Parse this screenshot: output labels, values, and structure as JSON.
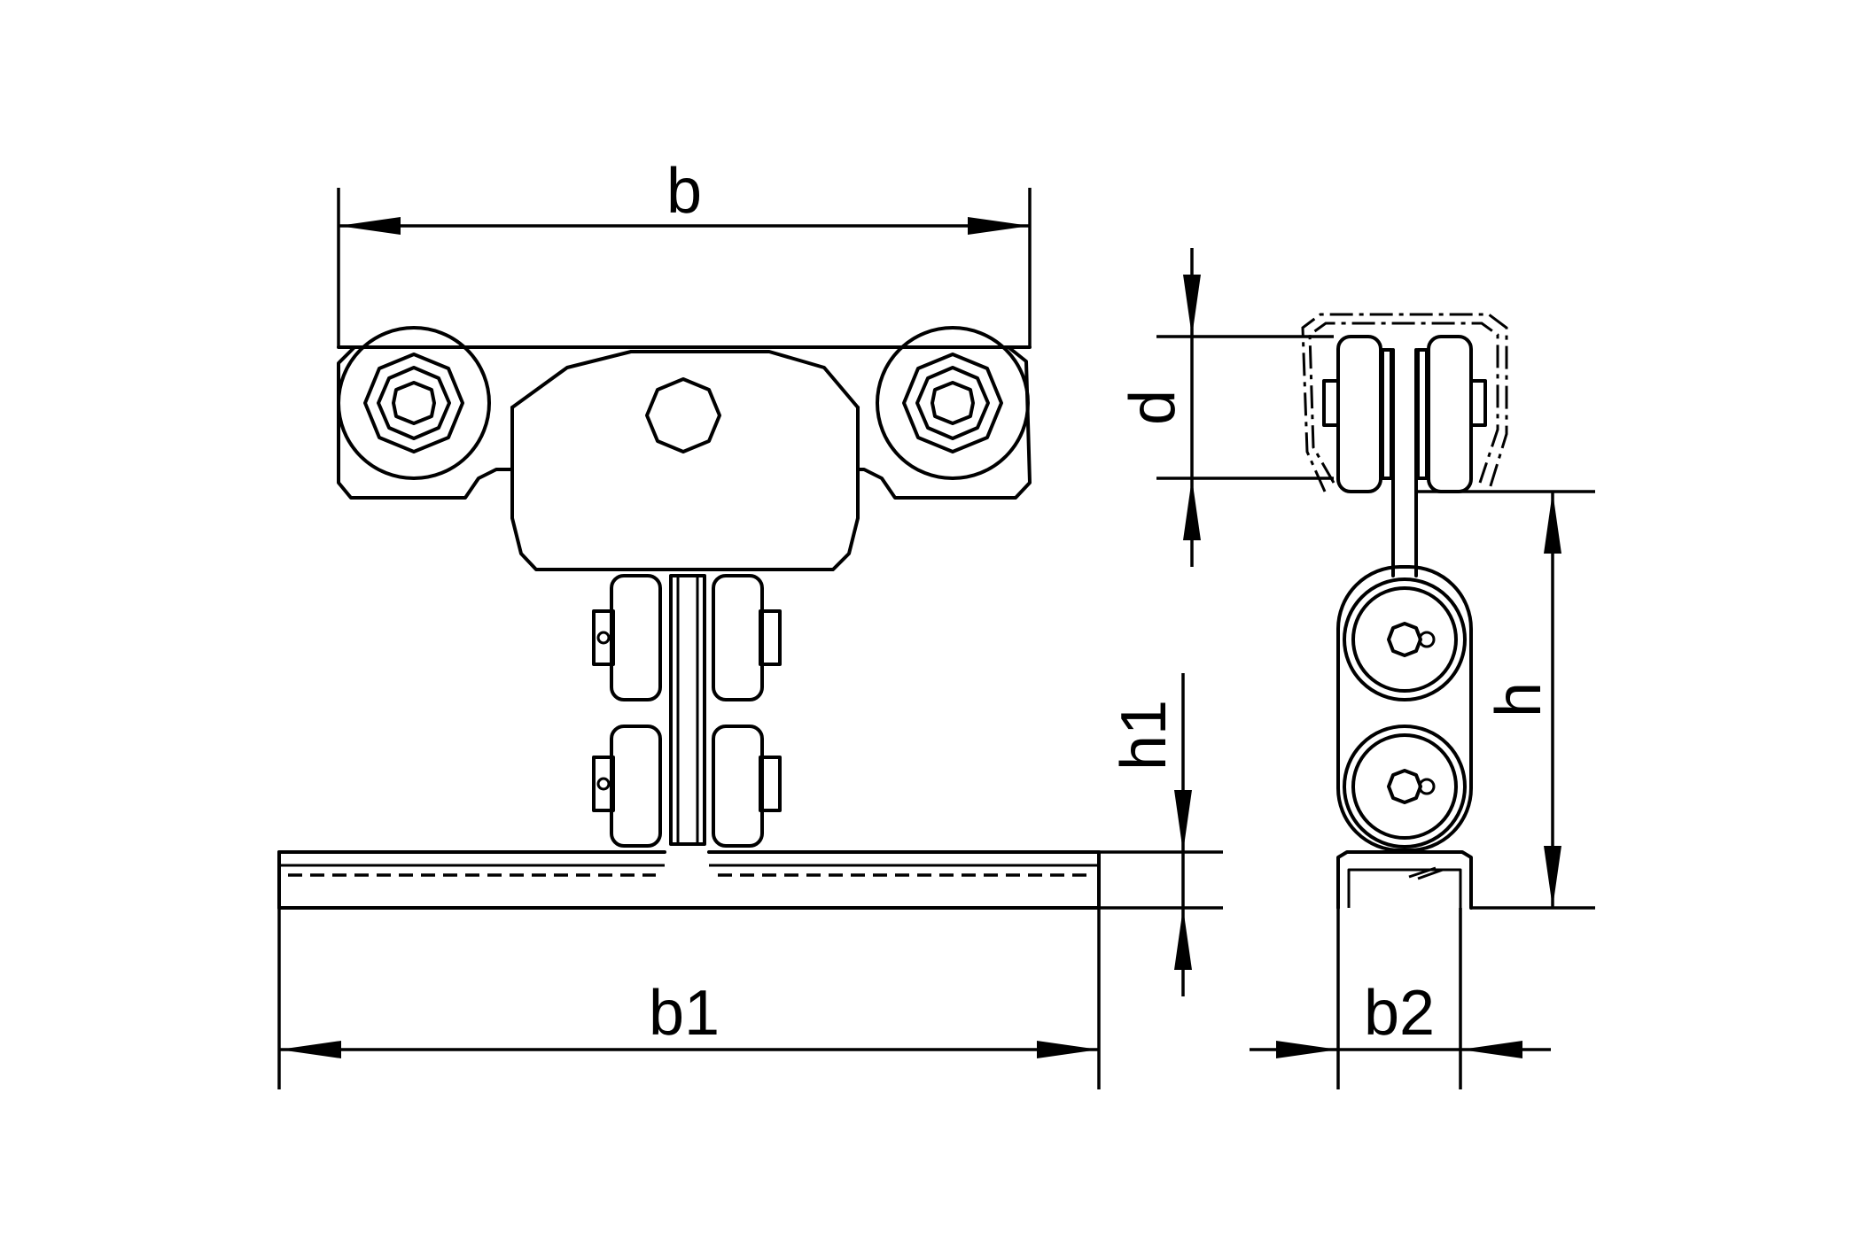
{
  "labels": {
    "b": "b",
    "b1": "b1",
    "b2": "b2",
    "d": "d",
    "h": "h",
    "h1": "h1"
  }
}
